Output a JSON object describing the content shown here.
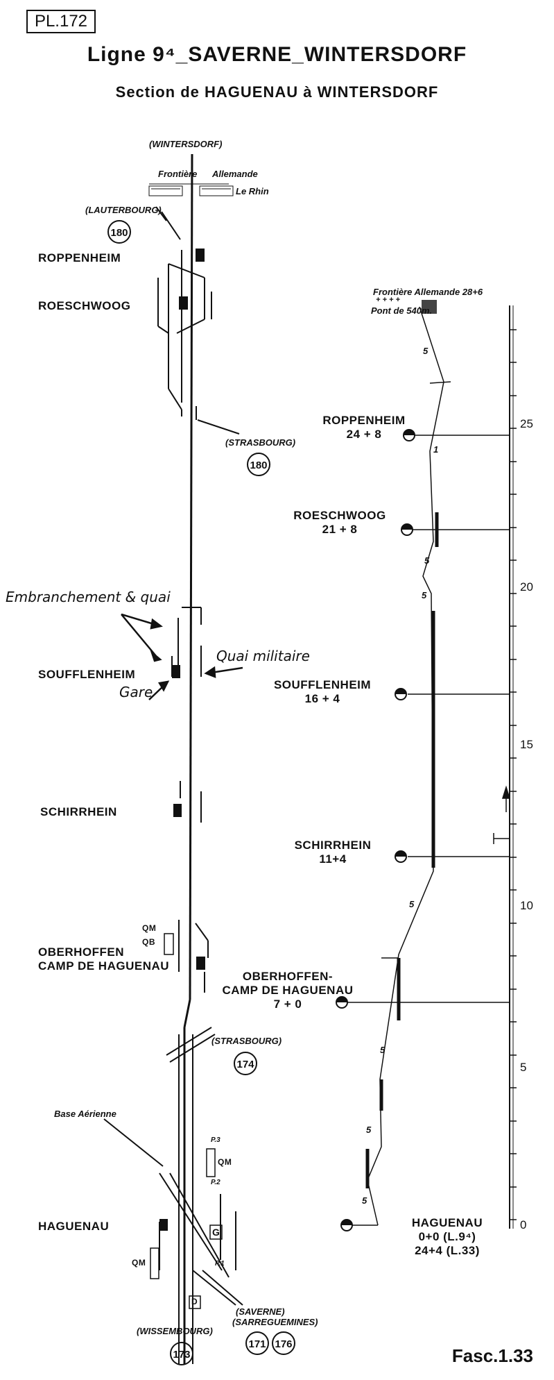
{
  "header": {
    "plate": "PL.172",
    "title": "Ligne 9⁴_SAVERNE_WINTERSDORF",
    "subtitle": "Section de HAGUENAU à WINTERSDORF"
  },
  "schematic": {
    "top_terminus": "(WINTERSDORF)",
    "frontier_left": "Frontière",
    "frontier_right": "Allemande",
    "river": "Le Rhin",
    "lauterbourg": "(LAUTERBOURG)",
    "lauterbourg_line": "180",
    "strasbourg_1": "(STRASBOURG)",
    "strasbourg_1_line": "180",
    "strasbourg_2": "(STRASBOURG)",
    "strasbourg_2_line": "174",
    "base_aerienne": "Base Aérienne",
    "bottom_left": "(WISSEMBOURG)",
    "bottom_left_line": "173",
    "saverne": "(SAVERNE)",
    "sarreguemines": "(SARREGUEMINES)",
    "line_171": "171",
    "line_176": "176",
    "stations": {
      "roppenheim": "ROPPENHEIM",
      "roeschwoog": "ROESCHWOOG",
      "soufflenheim": "SOUFFLENHEIM",
      "schirrhein": "SCHIRRHEIN",
      "oberhoffen_1": "OBERHOFFEN",
      "oberhoffen_2": "CAMP DE HAGUENAU",
      "haguenau": "HAGUENAU"
    },
    "marks": {
      "qm1": "QM",
      "qb": "QB",
      "qm2": "QM",
      "qm3": "QM",
      "p3": "P.3",
      "p2": "P.2",
      "p1": "P.1",
      "g": "G",
      "d": "D"
    },
    "annotations": {
      "embranchement": "Embranchement & quai",
      "quai_militaire": "Quai militaire",
      "gare": "Gare"
    }
  },
  "profile": {
    "frontier": "Frontière Allemande  28+6",
    "crosses": "+ + + +",
    "pont": "Pont de 540m.",
    "stations": [
      {
        "name": "ROPPENHEIM",
        "pk": "24 + 8"
      },
      {
        "name": "ROESCHWOOG",
        "pk": "21 + 8"
      },
      {
        "name": "SOUFFLENHEIM",
        "pk": "16 + 4"
      },
      {
        "name": "SCHIRRHEIN",
        "pk": "11+4"
      },
      {
        "name": "OBERHOFFEN-",
        "name2": "CAMP DE  HAGUENAU",
        "pk": "7 + 0"
      },
      {
        "name": "HAGUENAU",
        "pk": "0+0 (L.9⁴)",
        "pk2": "24+4 (L.33)"
      }
    ],
    "gradient_label": "5",
    "gradient_label_1": "1",
    "scale_ticks": [
      "25",
      "20",
      "15",
      "10",
      "5",
      "0"
    ]
  },
  "footer": {
    "fascicule": "Fasc.1.33"
  }
}
